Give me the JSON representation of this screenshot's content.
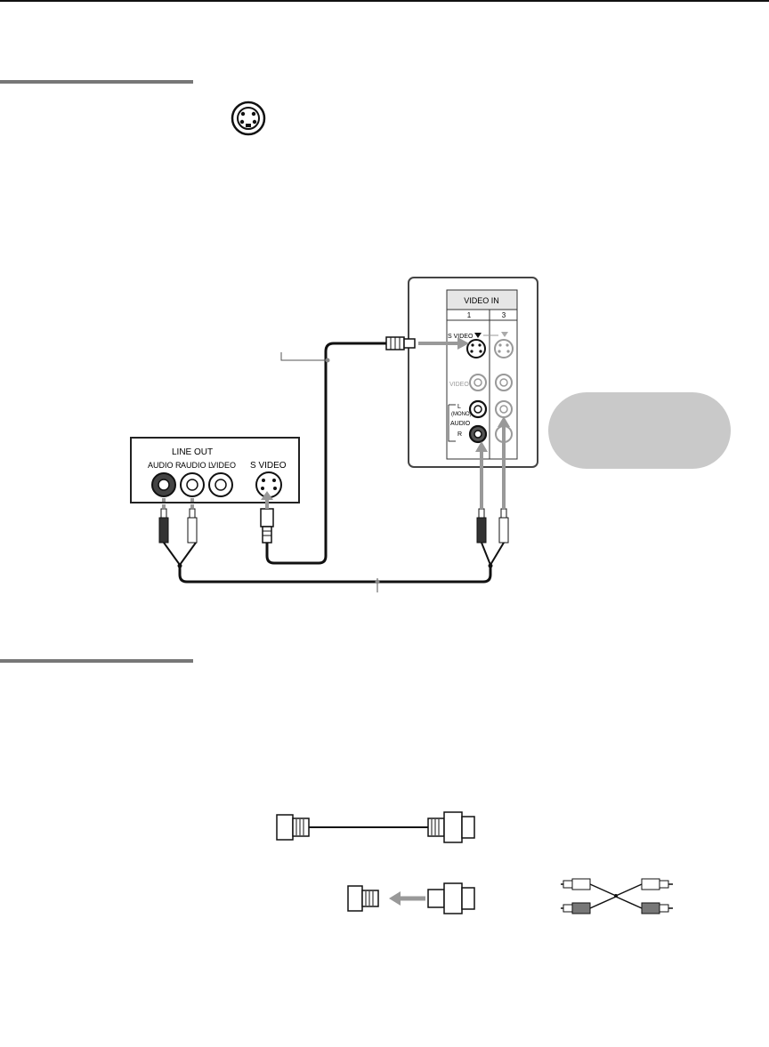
{
  "tv_panel": {
    "header": "VIDEO IN",
    "col1": "1",
    "col3": "3",
    "s_video_label": "S VIDEO",
    "video_label": "VIDEO",
    "mono_label": "(MONO)",
    "l_label": "L",
    "audio_label": "AUDIO",
    "r_label": "R"
  },
  "device_panel": {
    "line_out": "LINE OUT",
    "audio_r": "AUDIO R",
    "audio_l": "AUDIO L",
    "video": "VIDEO",
    "s_video": "S VIDEO"
  },
  "colors": {
    "cable": "#111111",
    "arrow": "#999999",
    "note_box": "#c9c9c9",
    "section_rule": "#777777"
  }
}
